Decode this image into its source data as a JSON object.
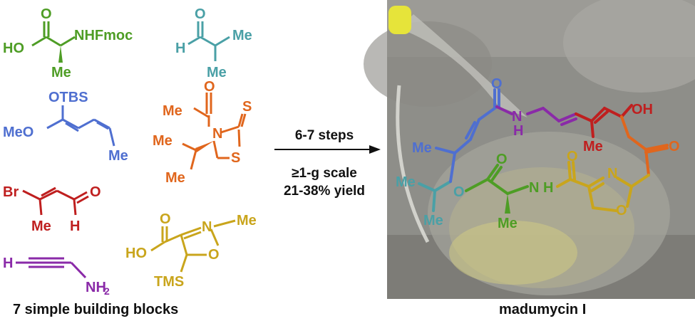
{
  "caption_left": "7 simple building blocks",
  "caption_right": "madumycin I",
  "conditions": {
    "line1": "6-7 steps",
    "line2": "≥1-g scale",
    "line3": "21-38% yield"
  },
  "colors": {
    "green": "#4e9d25",
    "teal": "#4aa0a6",
    "blue": "#4f6fd0",
    "orange": "#e0661d",
    "red": "#bf1f1f",
    "gold": "#c9a51c",
    "purple": "#8a2aa8"
  },
  "blocks": {
    "alanine": {
      "O": "O",
      "HO": "HO",
      "NH": "NHFmoc",
      "Me": "Me"
    },
    "aldehyde": {
      "O": "O",
      "H": "H",
      "Me1": "Me",
      "Me2": "Me"
    },
    "dienol": {
      "OTBS": "OTBS",
      "MeO": "MeO",
      "Me": "Me"
    },
    "thiazolidine": {
      "Me": "Me",
      "O": "O",
      "N": "N",
      "S1": "S",
      "S2": "S",
      "iPrMe1": "Me",
      "iPrMe2": "Me"
    },
    "bromoenal": {
      "Br": "Br",
      "O": "O",
      "Me": "Me",
      "H": "H"
    },
    "oxazole_acid": {
      "O": "O",
      "HO": "HO",
      "N": "N",
      "Me": "Me",
      "Oring": "O",
      "TMS": "TMS"
    },
    "propargylamine": {
      "H": "H",
      "NH": "NH",
      "sub": "2"
    }
  },
  "product": {
    "O_top": "O",
    "NH_top": "N",
    "H_top": "H",
    "OH": "OH",
    "Me_diene": "Me",
    "O_ketone": "O",
    "Me_side": "Me",
    "Me_iPr1": "Me",
    "Me_iPr2": "Me",
    "O_ester": "O",
    "O_carbonyl": "O",
    "NH_bottom": "N",
    "H_bottom": "H",
    "O_amide": "O",
    "N_oxazole": "N",
    "O_oxazole": "O",
    "Me_ala": "Me"
  }
}
